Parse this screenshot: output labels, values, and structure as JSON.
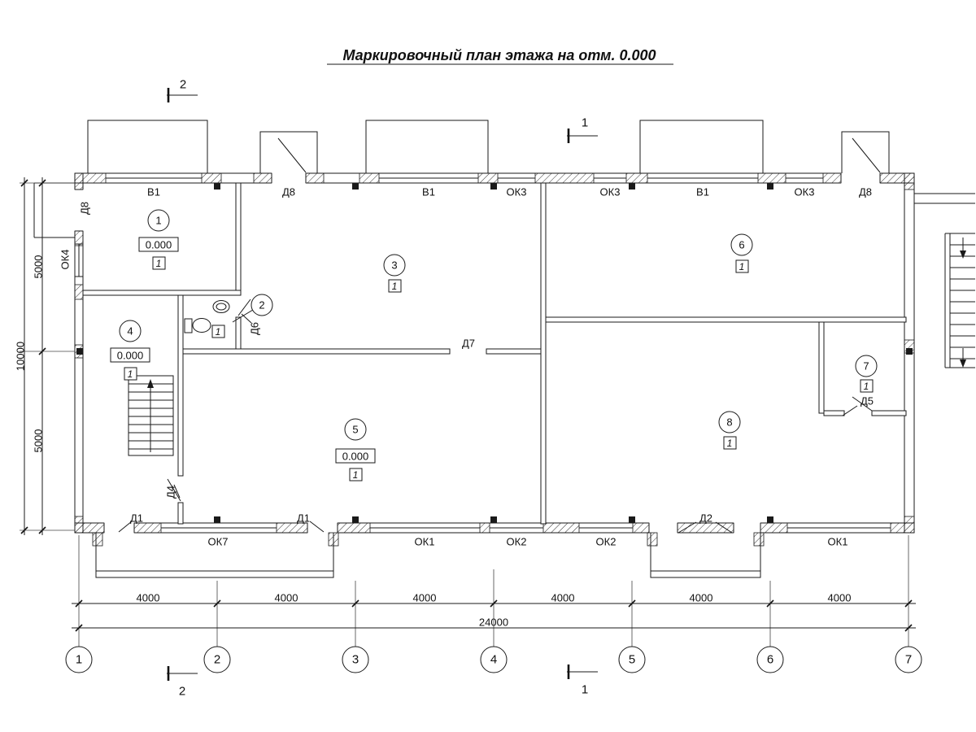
{
  "title": "Маркировочный план этажа на отм. 0.000",
  "sections": {
    "top_left": "2",
    "top_mid": "1",
    "bottom_left": "2",
    "bottom_mid": "1"
  },
  "rooms": [
    {
      "num": "1",
      "elev": "0.000",
      "finish": "1"
    },
    {
      "num": "2",
      "finish": "1"
    },
    {
      "num": "3",
      "finish": "1"
    },
    {
      "num": "4",
      "elev": "0.000",
      "finish": "1"
    },
    {
      "num": "5",
      "elev": "0.000",
      "finish": "1"
    },
    {
      "num": "6",
      "finish": "1"
    },
    {
      "num": "7",
      "finish": "1"
    },
    {
      "num": "8",
      "finish": "1"
    }
  ],
  "openings": {
    "top": [
      "Д8",
      "В1",
      "Д8",
      "В1",
      "ОК3",
      "ОК3",
      "В1",
      "ОК3",
      "Д8"
    ],
    "left": [
      "ОК4"
    ],
    "bottom": [
      "Д1",
      "ОК7",
      "Д1",
      "ОК1",
      "ОК2",
      "ОК2",
      "Д2",
      "ОК1"
    ],
    "interior": [
      "Д6",
      "Д7",
      "Д5",
      "Д4"
    ]
  },
  "dimensions": {
    "bottom_segments": [
      "4000",
      "4000",
      "4000",
      "4000",
      "4000",
      "4000"
    ],
    "bottom_total": "24000",
    "left": [
      "5000",
      "10000",
      "5000"
    ]
  },
  "axes": [
    "1",
    "2",
    "3",
    "4",
    "5",
    "6",
    "7"
  ]
}
